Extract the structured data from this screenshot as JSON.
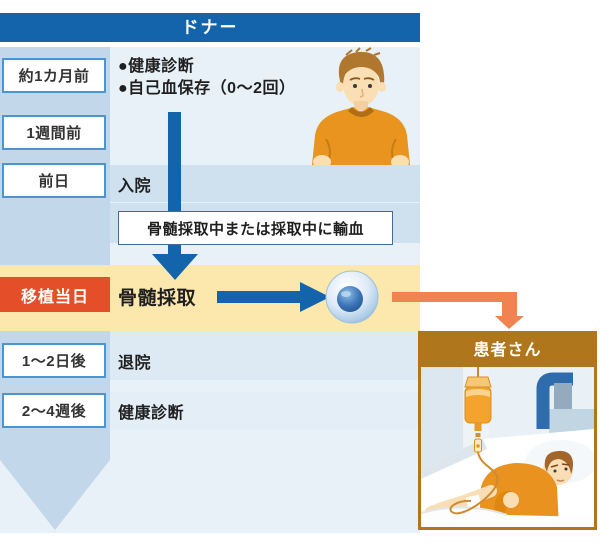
{
  "donor": {
    "title": "ドナー",
    "rows": [
      {
        "label": "約1カ月前"
      },
      {
        "label": "1週間前"
      },
      {
        "label": "前日",
        "event": "入院"
      },
      {
        "label": "移植当日",
        "event": "骨髄採取"
      },
      {
        "label": "1～2日後",
        "event": "退院"
      },
      {
        "label": "2～4週後",
        "event": "健康診断"
      }
    ],
    "first_row_events": [
      "●健康診断",
      "●自己血保存（0～2回）"
    ],
    "note": "骨髄採取中または採取中に輸血"
  },
  "patient": {
    "title": "患者さん"
  },
  "colors": {
    "header_blue": "#1364ab",
    "arrow_blue": "#1364ab",
    "timeline_band_blue": "#c3d7ea",
    "highlight_yellow": "#fce8ad",
    "alert_red": "#e44e28",
    "patient_brown": "#b0761c",
    "arrow_orange": "#f08350"
  }
}
